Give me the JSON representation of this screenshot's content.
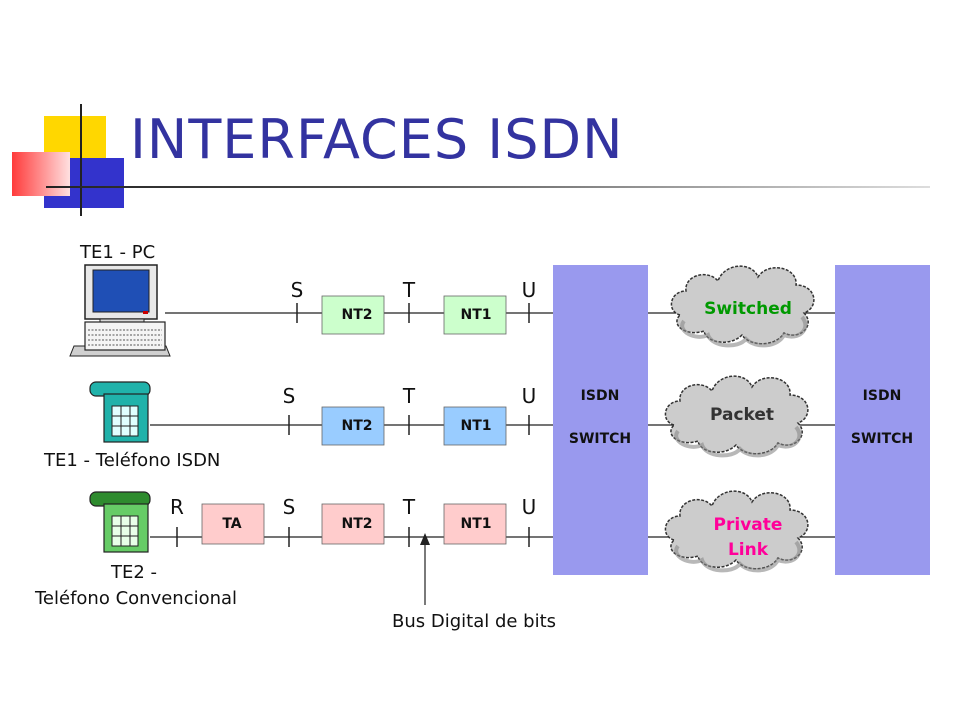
{
  "title": "INTERFACES ISDN",
  "devices": {
    "pc": "TE1 - PC",
    "isdn_phone": "TE1 - Teléfono ISDN",
    "conv_phone_line1": "TE2 -",
    "conv_phone_line2": "Teléfono Convencional"
  },
  "boxes": {
    "nt2": "NT2",
    "nt1": "NT1",
    "ta": "TA"
  },
  "interfaces": {
    "r": "R",
    "s": "S",
    "t": "T",
    "u": "U"
  },
  "switch": {
    "line1": "ISDN",
    "line2": "SWITCH"
  },
  "clouds": {
    "switched": "Switched",
    "packet": "Packet",
    "private_line1": "Private",
    "private_line2": "Link"
  },
  "bus_label": "Bus Digital de bits",
  "colors": {
    "title": "#3333a0",
    "switch_fill": "#9999ee",
    "nt_green": "#ccffcc",
    "nt_blue": "#99ccff",
    "nt_pink": "#ffcccc",
    "cloud_switched": "#009900",
    "cloud_packet": "#333333",
    "cloud_private": "#ff0099"
  }
}
